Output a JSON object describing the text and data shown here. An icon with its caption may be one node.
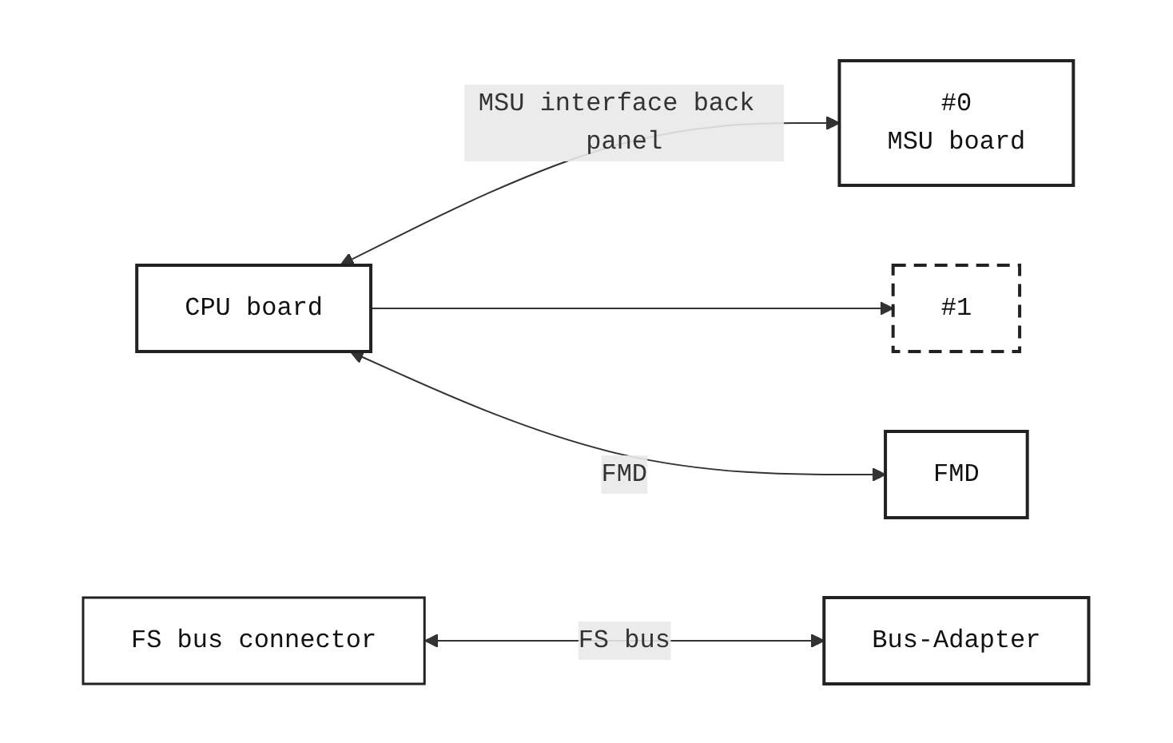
{
  "diagram": {
    "nodes": [
      {
        "text": [
          "CPU board"
        ]
      },
      {
        "text": [
          "#0",
          "MSU board"
        ]
      },
      {
        "text": [
          "#1"
        ]
      },
      {
        "text": [
          "FS bus connector"
        ]
      },
      {
        "text": [
          "Bus-Adapter"
        ]
      },
      {
        "text": [
          "FMD"
        ]
      }
    ],
    "edges": [
      {
        "from": 0,
        "to": 1,
        "arrow": "both",
        "label": "MSU interface back panel"
      },
      {
        "from": 0,
        "to": 2,
        "arrow": "to"
      },
      {
        "from": 3,
        "to": 4,
        "arrow": "both",
        "label": "FS bus"
      },
      {
        "from": 0,
        "to": 5,
        "arrow": "both",
        "label": "FMD"
      }
    ]
  }
}
